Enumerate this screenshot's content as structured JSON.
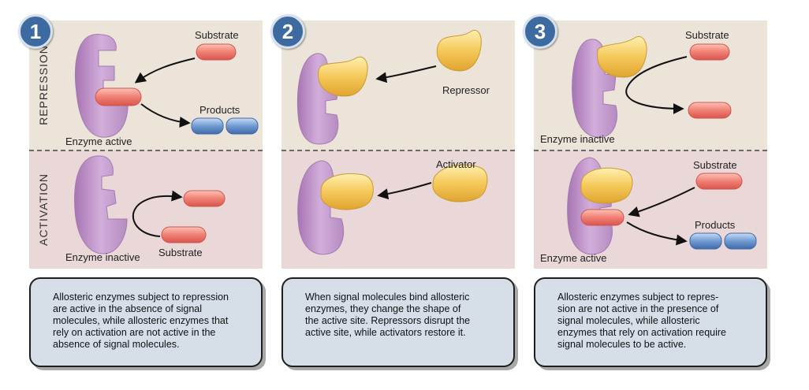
{
  "panels": [
    {
      "number": "1",
      "row_labels": {
        "top": "REPRESSION",
        "bottom": "ACTIVATION"
      },
      "top": {
        "substrate": "Substrate",
        "products": "Products",
        "enzyme_state": "Enzyme active"
      },
      "bottom": {
        "enzyme_state": "Enzyme inactive",
        "substrate": "Substrate"
      },
      "caption": [
        "Allosteric enzymes subject to repression",
        "are active in the absence of signal",
        "molecules, while allosteric enzymes that",
        "rely on activation are not active in the",
        "absence of signal molecules."
      ]
    },
    {
      "number": "2",
      "top": {
        "repressor": "Repressor"
      },
      "bottom": {
        "activator": "Activator"
      },
      "caption": [
        "When signal molecules bind allosteric",
        "enzymes, they change the shape of",
        "the active site.  Repressors disrupt the",
        "active site, while activators restore it."
      ]
    },
    {
      "number": "3",
      "top": {
        "substrate": "Substrate",
        "enzyme_state": "Enzyme inactive"
      },
      "bottom": {
        "substrate": "Substrate",
        "products": "Products",
        "enzyme_state": "Enzyme active"
      },
      "caption": [
        "Allosteric enzymes subject to repres-",
        "sion are not active in the presence of",
        "signal molecules, while allosteric",
        "enzymes that rely on activation require",
        "signal molecules to be active."
      ]
    }
  ],
  "colors": {
    "repression_bg": "#ece3d9",
    "activation_bg": "#ead7d7",
    "enzyme": "#c79fcf",
    "substrate": "#f08a80",
    "product": "#6f9ad2",
    "signal": "#f5c95a",
    "number_badge": "#3d6aa0",
    "caption_box": "#d6dee7"
  }
}
